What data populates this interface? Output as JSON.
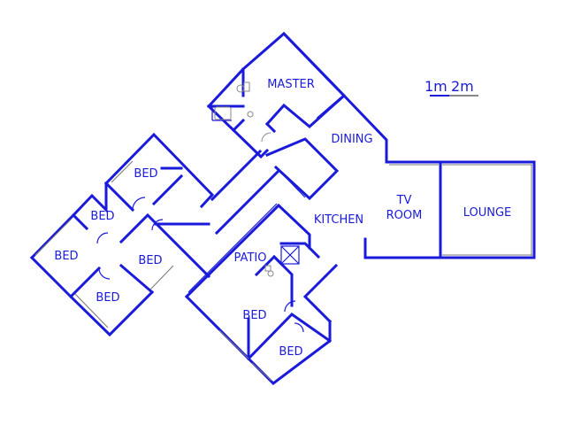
{
  "scale": {
    "label_1": "1m",
    "label_2": "2m"
  },
  "rooms": {
    "master": "MASTER",
    "dining": "DINING",
    "tv_room_line1": "TV",
    "tv_room_line2": "ROOM",
    "lounge": "LOUNGE",
    "kitchen": "KITCHEN",
    "patio": "PATIO",
    "bed_1": "BED",
    "bed_2": "BED",
    "bed_3": "BED",
    "bed_4": "BED",
    "bed_5": "BED",
    "bed_6": "BED",
    "bed_7": "BED"
  },
  "colors": {
    "walls": "#1a1adb",
    "fixtures": "#888888"
  }
}
